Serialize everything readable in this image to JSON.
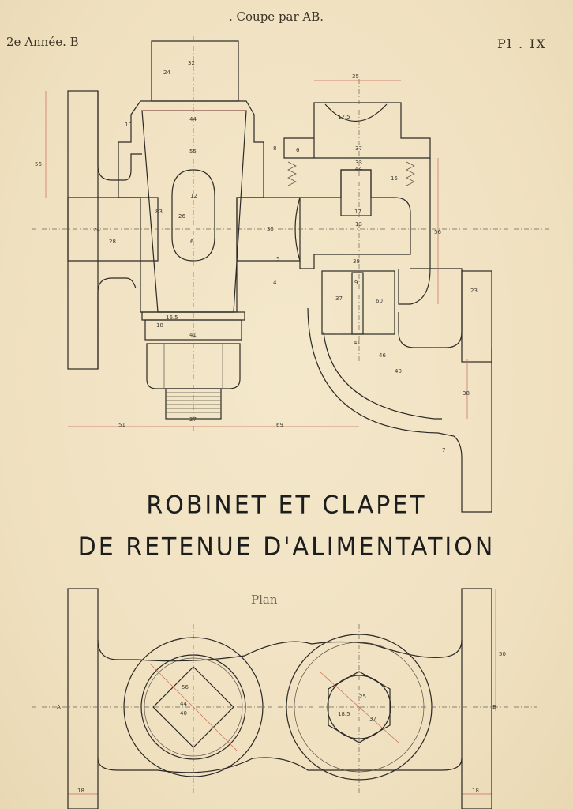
{
  "header": {
    "left": "2e Année. B",
    "center": ". Coupe par AB.",
    "right": "Pl . IX"
  },
  "title": {
    "line1": "ROBINET ET CLAPET",
    "line2": "DE RETENUE D'ALIMENTATION"
  },
  "plan_label": "Plan",
  "section_markers": [
    "A",
    "B"
  ],
  "dimensions": {
    "flange_height": "56",
    "top_stem": "32",
    "top_stem_h": "24",
    "body_44": "44",
    "body_10": "10",
    "cone_55": "55",
    "slot_12": "12",
    "slot_26": "26",
    "slot_6": "6",
    "left_28": "28",
    "left_24": "24",
    "left_83": "83",
    "bottom_16": "16.5",
    "bottom_18": "18",
    "bottom_41": "41",
    "nut_27": "27",
    "len_51": "51",
    "len_69": "69",
    "cap_35": "35",
    "cap_125": "12.5",
    "cap_37": "37",
    "cap_6": "6",
    "cap_8": "8",
    "guide_33": "33",
    "guide_44": "44",
    "guide_15": "15",
    "guide_17": "17",
    "guide_13": "13",
    "seat_38": "38",
    "seat_9": "9",
    "right_56": "56",
    "right_35": "35",
    "right_23": "23",
    "lower_37": "37",
    "lower_60": "60",
    "lower_41": "41",
    "lower_46": "46",
    "lower_40": "40",
    "lower_38": "38",
    "plan_50": "50",
    "plan_56": "56",
    "plan_44": "44",
    "plan_40": "40",
    "plan_25": "25",
    "plan_185": "18.5",
    "plan_37": "37",
    "plan_18a": "18",
    "plan_18b": "18",
    "misc_5": "5",
    "misc_4": "4",
    "misc_7": "7"
  }
}
